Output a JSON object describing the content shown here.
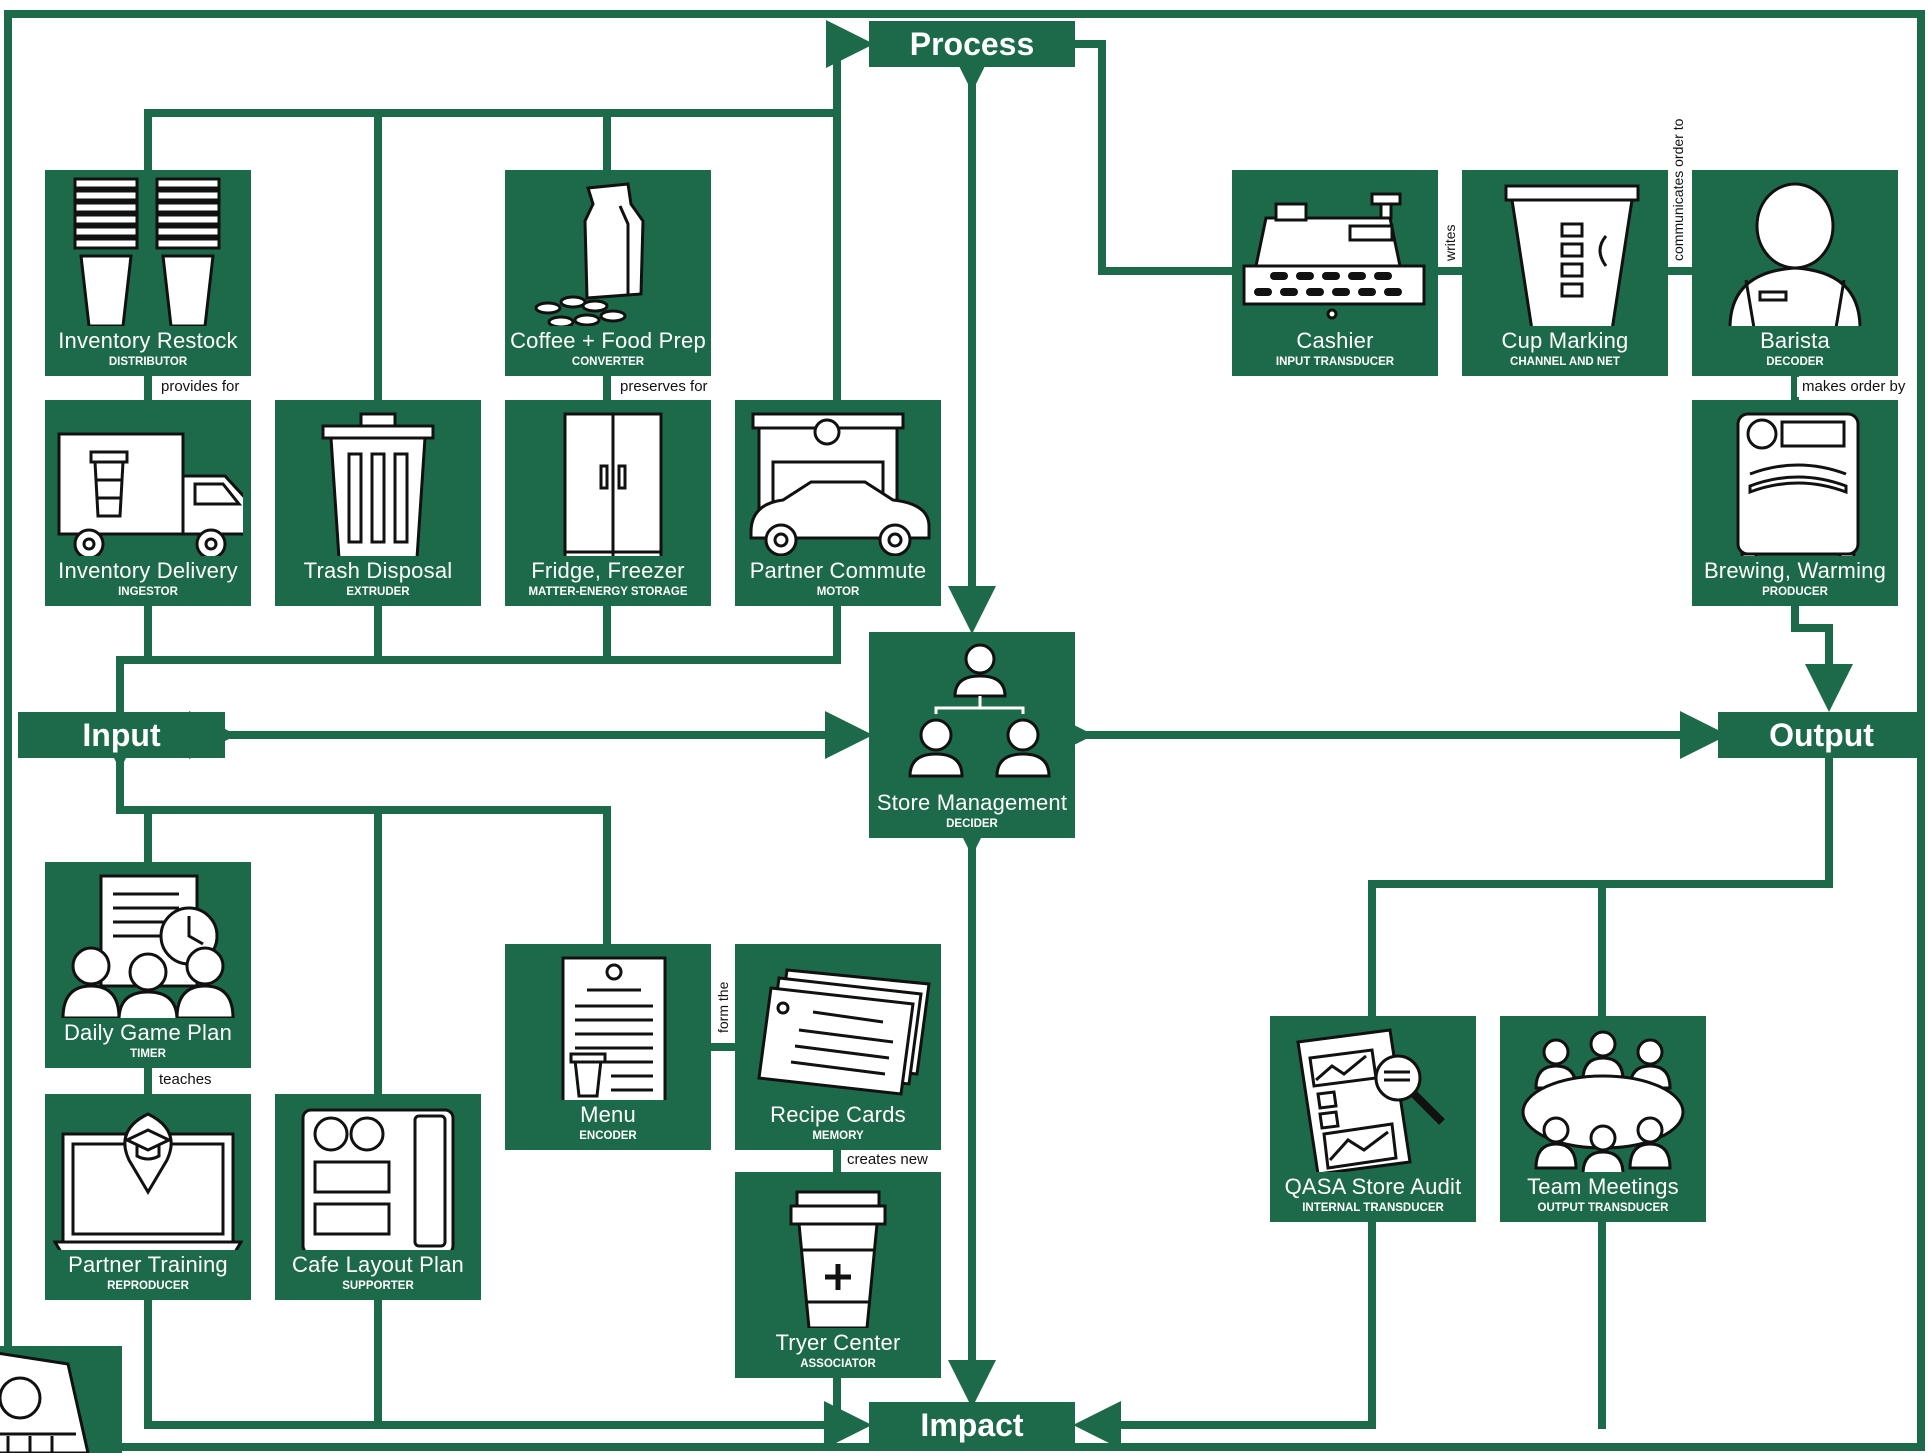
{
  "colors": {
    "primary": "#1d6a4a",
    "background": "#ffffff",
    "icon_fill": "#ffffff",
    "icon_stroke": "#111111"
  },
  "hubs": {
    "process": "Process",
    "input": "Input",
    "output": "Output",
    "impact": "Impact"
  },
  "center": {
    "label": "Store Management",
    "sub": "DECIDER",
    "icon": "org-chart-icon"
  },
  "nodes": {
    "inventory_restock": {
      "label": "Inventory Restock",
      "sub": "DISTRIBUTOR",
      "icon": "cup-stacks-icon"
    },
    "coffee_food_prep": {
      "label": "Coffee + Food Prep",
      "sub": "CONVERTER",
      "icon": "coffee-bag-icon"
    },
    "inventory_delivery": {
      "label": "Inventory Delivery",
      "sub": "INGESTOR",
      "icon": "delivery-truck-icon"
    },
    "trash_disposal": {
      "label": "Trash Disposal",
      "sub": "EXTRUDER",
      "icon": "trash-can-icon"
    },
    "fridge_freezer": {
      "label": "Fridge, Freezer",
      "sub": "MATTER-ENERGY STORAGE",
      "icon": "fridge-icon"
    },
    "partner_commute": {
      "label": "Partner Commute",
      "sub": "MOTOR",
      "icon": "car-store-icon"
    },
    "cashier": {
      "label": "Cashier",
      "sub": "INPUT TRANSDUCER",
      "icon": "cash-register-icon"
    },
    "cup_marking": {
      "label": "Cup Marking",
      "sub": "CHANNEL AND NET",
      "icon": "marked-cup-icon"
    },
    "barista": {
      "label": "Barista",
      "sub": "DECODER",
      "icon": "barista-icon"
    },
    "brewing_warming": {
      "label": "Brewing, Warming",
      "sub": "PRODUCER",
      "icon": "oven-icon"
    },
    "daily_game_plan": {
      "label": "Daily Game Plan",
      "sub": "TIMER",
      "icon": "team-clock-icon"
    },
    "partner_training": {
      "label": "Partner Training",
      "sub": "REPRODUCER",
      "icon": "laptop-graduate-icon"
    },
    "cafe_layout_plan": {
      "label": "Cafe Layout Plan",
      "sub": "SUPPORTER",
      "icon": "floor-plan-icon"
    },
    "menu": {
      "label": "Menu",
      "sub": "ENCODER",
      "icon": "menu-clipboard-icon"
    },
    "recipe_cards": {
      "label": "Recipe Cards",
      "sub": "MEMORY",
      "icon": "recipe-cards-icon"
    },
    "tryer_center": {
      "label": "Tryer Center",
      "sub": "ASSOCIATOR",
      "icon": "new-cup-icon"
    },
    "qasa_store_audit": {
      "label": "QASA Store Audit",
      "sub": "INTERNAL TRANSDUCER",
      "icon": "audit-report-icon"
    },
    "team_meetings": {
      "label": "Team Meetings",
      "sub": "OUTPUT TRANSDUCER",
      "icon": "meeting-table-icon"
    }
  },
  "relations": {
    "provides_for": "provides for",
    "preserves_for": "preserves for",
    "writes": "writes",
    "communicates_order_to": "communicates order to",
    "makes_order_by": "makes order by",
    "teaches": "teaches",
    "form_the": "form the",
    "creates_new": "creates new"
  }
}
